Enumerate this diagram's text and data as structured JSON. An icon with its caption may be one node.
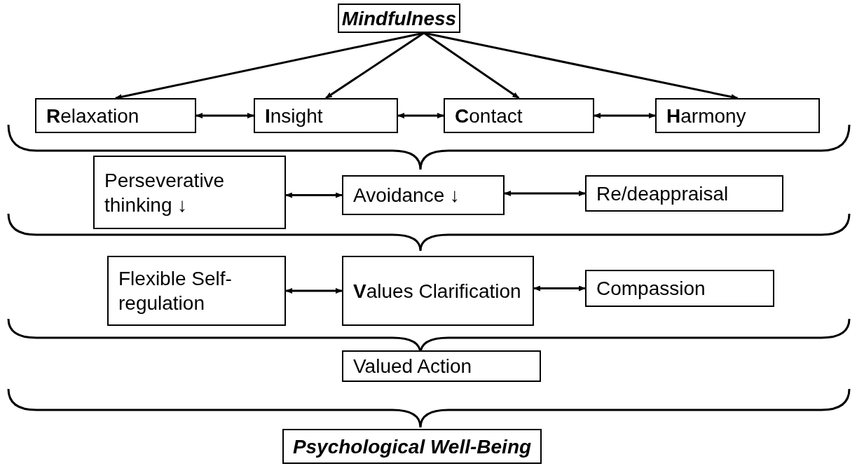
{
  "diagram": {
    "nodes": [
      {
        "text": [
          "Mindfulness"
        ]
      },
      {
        "text": [
          "**R**elaxation"
        ]
      },
      {
        "text": [
          "**I**nsight"
        ]
      },
      {
        "text": [
          "**C**ontact"
        ]
      },
      {
        "text": [
          "**H**armony"
        ]
      },
      {
        "text": [
          "Perseverative thinking ↓"
        ]
      },
      {
        "text": [
          "Avoidance ↓"
        ]
      },
      {
        "text": [
          "Re/deappraisal"
        ]
      },
      {
        "text": [
          "Flexible Self-regulation"
        ]
      },
      {
        "text": [
          "**V**alues Clarification"
        ]
      },
      {
        "text": [
          "Compassion"
        ]
      },
      {
        "text": [
          "Valued Action"
        ]
      },
      {
        "text": [
          "Psychological Well-Being"
        ]
      }
    ],
    "edges": [
      {
        "from": 0,
        "to": 1,
        "arrow": "to"
      },
      {
        "from": 0,
        "to": 2,
        "arrow": "to"
      },
      {
        "from": 0,
        "to": 3,
        "arrow": "to"
      },
      {
        "from": 0,
        "to": 4,
        "arrow": "to"
      },
      {
        "from": 1,
        "to": 2,
        "arrow": "both"
      },
      {
        "from": 2,
        "to": 3,
        "arrow": "both"
      },
      {
        "from": 3,
        "to": 4,
        "arrow": "both"
      },
      {
        "from": 5,
        "to": 6,
        "arrow": "both"
      },
      {
        "from": 6,
        "to": 7,
        "arrow": "both"
      },
      {
        "from": 8,
        "to": 9,
        "arrow": "both"
      },
      {
        "from": 9,
        "to": 10,
        "arrow": "both"
      }
    ]
  }
}
